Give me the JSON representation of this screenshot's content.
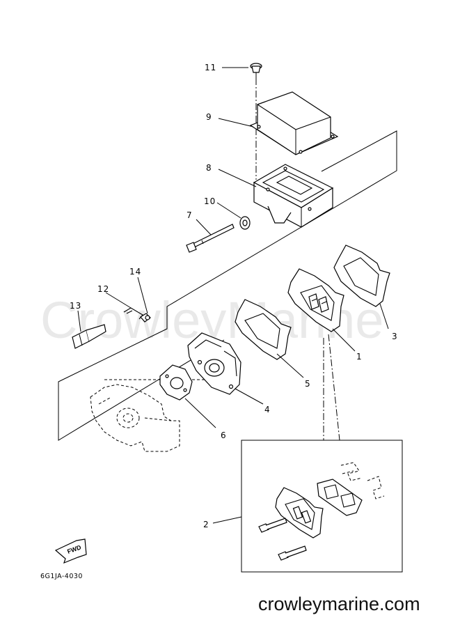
{
  "watermark": "CrowleyMarine",
  "footer_site": "crowleymarine.com",
  "diagram_code": "6G1JA-4030",
  "fwd_label": "FWD",
  "callouts": {
    "c1": "1",
    "c2": "2",
    "c3": "3",
    "c4": "4",
    "c5": "5",
    "c6": "6",
    "c7": "7",
    "c8": "8",
    "c9": "9",
    "c10": "10",
    "c11": "11",
    "c12": "12",
    "c13": "13",
    "c14": "14"
  }
}
